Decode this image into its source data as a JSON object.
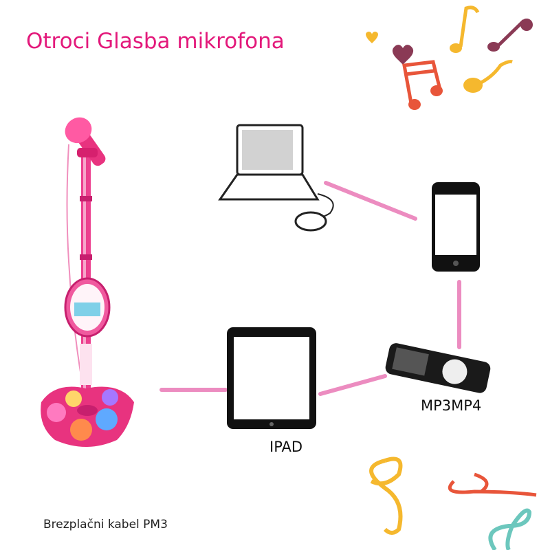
{
  "title": "Otroci Glasba mikrofona",
  "labels": {
    "mp3": "MP3MP4",
    "ipad": "IPAD"
  },
  "caption": "Brezplačni kabel PM3",
  "colors": {
    "title": "#e3197b",
    "cable": "#ec8cc0",
    "mic": "#e8337f"
  }
}
